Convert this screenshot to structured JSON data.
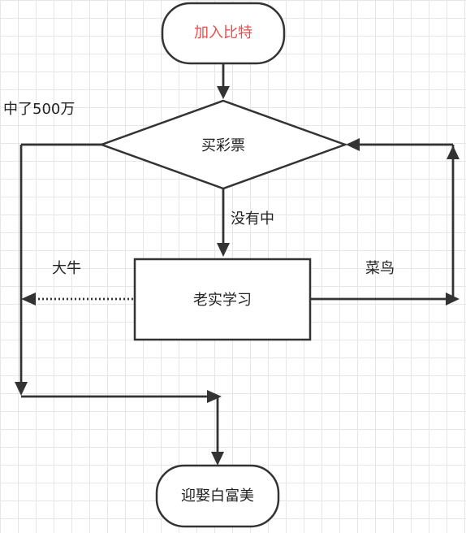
{
  "nodes": {
    "start": "加入比特",
    "decision": "买彩票",
    "process": "老实学习",
    "end": "迎娶白富美"
  },
  "edges": {
    "won": "中了500万",
    "not_won": "没有中",
    "expert": "大牛",
    "novice": "菜鸟"
  },
  "colors": {
    "start_text": "#ef4b4b",
    "stroke": "#333333",
    "grid": "#e6e6e6"
  }
}
